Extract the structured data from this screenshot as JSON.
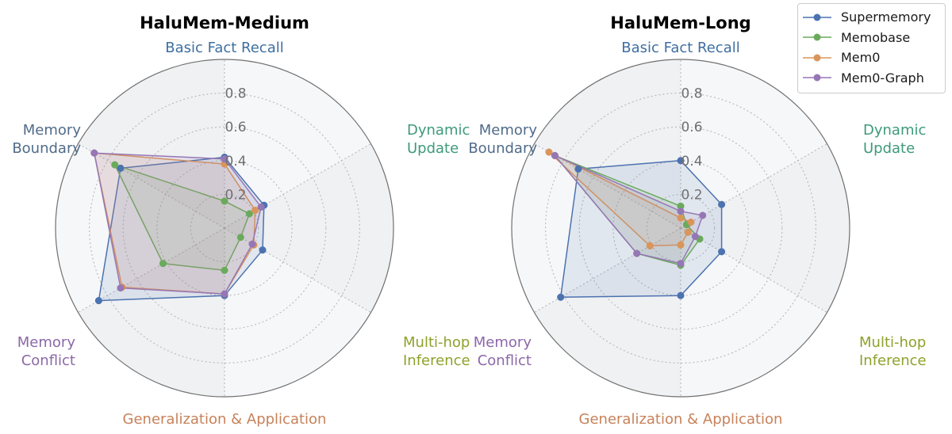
{
  "colors": {
    "Supermemory": "#4c72b0",
    "Memobase": "#6aaa5c",
    "Mem0": "#d9955a",
    "Mem0-Graph": "#9677b5",
    "axis_labels": [
      "#3e6fa0",
      "#3e9a7a",
      "#8fa12b",
      "#c7825a",
      "#8b68a8",
      "#506b8a"
    ]
  },
  "legend": {
    "placement": "top-right",
    "entries": [
      "Supermemory",
      "Memobase",
      "Mem0",
      "Mem0-Graph"
    ]
  },
  "chart_data": [
    {
      "type": "radar",
      "title": "HaluMem-Medium",
      "axes": [
        [
          "Basic Fact Recall"
        ],
        [
          "Dynamic",
          "Update"
        ],
        [
          "Multi-hop",
          "Inference"
        ],
        [
          "Generalization & Application"
        ],
        [
          "Memory",
          "Conflict"
        ],
        [
          "Memory",
          "Boundary"
        ]
      ],
      "r_ticks": [
        "0.2",
        "0.4",
        "0.6",
        "0.8"
      ],
      "r_lim": [
        0,
        1
      ],
      "grid": true,
      "series": [
        {
          "name": "Supermemory",
          "values": [
            0.42,
            0.27,
            0.26,
            0.4,
            0.86,
            0.71
          ]
        },
        {
          "name": "Memobase",
          "values": [
            0.16,
            0.17,
            0.11,
            0.25,
            0.42,
            0.75
          ]
        },
        {
          "name": "Mem0",
          "values": [
            0.38,
            0.21,
            0.2,
            0.39,
            0.7,
            0.89
          ]
        },
        {
          "name": "Mem0-Graph",
          "values": [
            0.41,
            0.25,
            0.19,
            0.39,
            0.71,
            0.89
          ]
        }
      ]
    },
    {
      "type": "radar",
      "title": "HaluMem-Long",
      "axes": [
        [
          "Basic Fact Recall"
        ],
        [
          "Dynamic",
          "Update"
        ],
        [
          "Multi-hop",
          "Inference"
        ],
        [
          "Generalization & Application"
        ],
        [
          "Memory",
          "Conflict"
        ],
        [
          "Memory",
          "Boundary"
        ]
      ],
      "r_ticks": [
        "0.2",
        "0.4",
        "0.6",
        "0.8"
      ],
      "r_lim": [
        0,
        1
      ],
      "grid": true,
      "series": [
        {
          "name": "Supermemory",
          "values": [
            0.4,
            0.28,
            0.28,
            0.4,
            0.82,
            0.7
          ]
        },
        {
          "name": "Memobase",
          "values": [
            0.13,
            0.04,
            0.13,
            0.22,
            0.3,
            0.86
          ]
        },
        {
          "name": "Mem0",
          "values": [
            0.06,
            0.07,
            0.05,
            0.1,
            0.21,
            0.9
          ]
        },
        {
          "name": "Mem0-Graph",
          "values": [
            0.1,
            0.15,
            0.1,
            0.21,
            0.3,
            0.86
          ]
        }
      ]
    }
  ]
}
